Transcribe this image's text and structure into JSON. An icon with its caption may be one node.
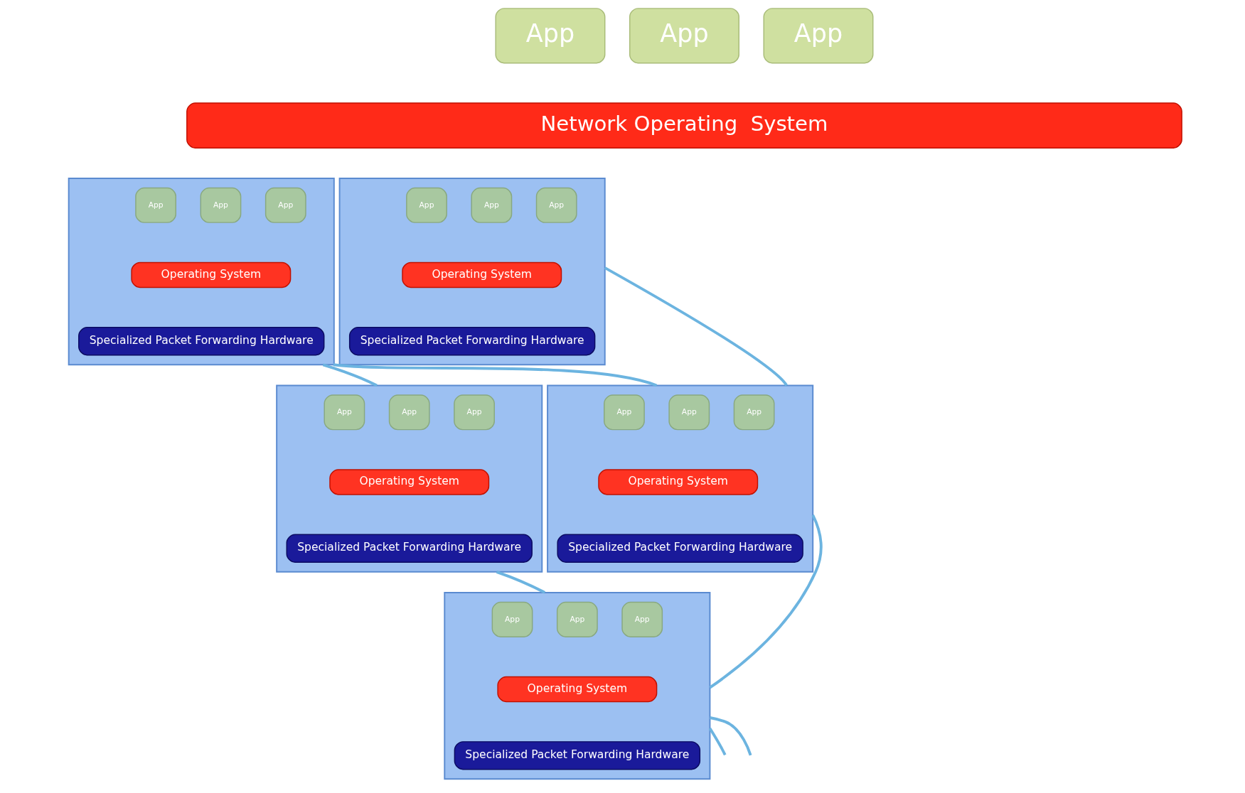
{
  "diagram": {
    "nodes": [
      {
        "text": [
          "App"
        ]
      },
      {
        "text": [
          "App"
        ]
      },
      {
        "text": [
          "App"
        ]
      },
      {
        "text": [
          "Network Operating  System"
        ]
      },
      {
        "text": [],
        "shape": "box"
      },
      {
        "text": [
          "App"
        ],
        "in": 4
      },
      {
        "text": [
          "App"
        ],
        "in": 4
      },
      {
        "text": [
          "App"
        ],
        "in": 4
      },
      {
        "text": [
          "Operating System"
        ],
        "in": 4
      },
      {
        "text": [
          "Specialized Packet Forwarding Hardware"
        ],
        "in": 4
      },
      {
        "text": [],
        "shape": "box"
      },
      {
        "text": [
          "App"
        ],
        "in": 10
      },
      {
        "text": [
          "App"
        ],
        "in": 10
      },
      {
        "text": [
          "App"
        ],
        "in": 10
      },
      {
        "text": [
          "Operating System"
        ],
        "in": 10
      },
      {
        "text": [
          "Specialized Packet Forwarding Hardware"
        ],
        "in": 10
      },
      {
        "text": [],
        "shape": "box"
      },
      {
        "text": [
          "App"
        ],
        "in": 16
      },
      {
        "text": [
          "App"
        ],
        "in": 16
      },
      {
        "text": [
          "App"
        ],
        "in": 16
      },
      {
        "text": [
          "Operating System"
        ],
        "in": 16
      },
      {
        "text": [
          "Specialized Packet Forwarding Hardware"
        ],
        "in": 16
      },
      {
        "text": [],
        "shape": "box"
      },
      {
        "text": [
          "App"
        ],
        "in": 22
      },
      {
        "text": [
          "App"
        ],
        "in": 22
      },
      {
        "text": [
          "App"
        ],
        "in": 22
      },
      {
        "text": [
          "Operating System"
        ],
        "in": 22
      },
      {
        "text": [
          "Specialized Packet Forwarding Hardware"
        ],
        "in": 22
      },
      {
        "text": [],
        "shape": "box"
      },
      {
        "text": [
          "App"
        ],
        "in": 28
      },
      {
        "text": [
          "App"
        ],
        "in": 28
      },
      {
        "text": [
          "App"
        ],
        "in": 28
      },
      {
        "text": [
          "Operating System"
        ],
        "in": 28
      },
      {
        "text": [
          "Specialized Packet Forwarding Hardware"
        ],
        "in": 28
      }
    ],
    "edges": [
      {
        "from": 4,
        "to": 16,
        "arrow": "none"
      },
      {
        "from": 4,
        "to": 22,
        "arrow": "none"
      },
      {
        "from": 16,
        "to": 28,
        "arrow": "none"
      },
      {
        "from": 28,
        "to": 22,
        "arrow": "none"
      },
      {
        "from": 22,
        "to": 10,
        "arrow": "none"
      },
      {
        "from": 28,
        "to": null,
        "arrow": "none"
      },
      {
        "from": null,
        "to": 28,
        "arrow": "none"
      }
    ]
  }
}
